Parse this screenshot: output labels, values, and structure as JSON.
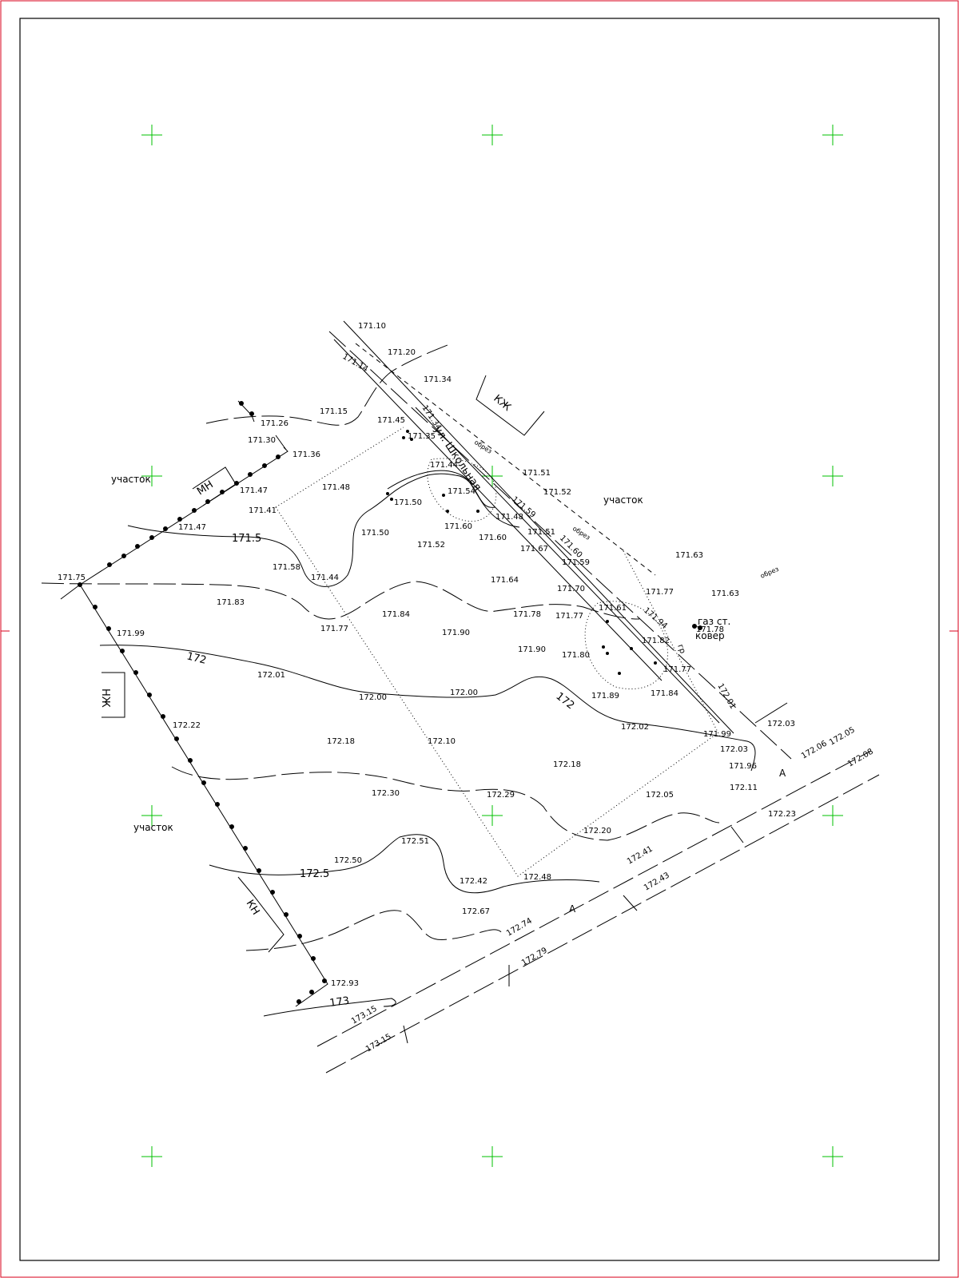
{
  "colors": {
    "frame": "#d9001b",
    "grid_marks": "#00c000",
    "ink": "#000000"
  },
  "labels": {
    "street": "ул. Школьная",
    "parcel_nw": "участок",
    "parcel_ne": "участок",
    "parcel_sw": "участок",
    "mn": "МН",
    "kzh": "КЖ",
    "nzh": "НЖ",
    "kn": "КН",
    "gas": "газ ст.",
    "kover": "ковер",
    "a1": "А",
    "a2": "А",
    "gp": "гр",
    "obrez1": "обрез",
    "obrez2": "обрез",
    "obrez3": "обрез"
  },
  "contours": {
    "c1715": "171.5",
    "c172a": "172",
    "c172b": "172",
    "c1725": "172.5",
    "c173": "173"
  },
  "elevations": {
    "e17110": "171.10",
    "e17120": "171.20",
    "e17114": "171.14",
    "e17134": "171.34",
    "e17115": "171.15",
    "e17126": "171.26",
    "e17130": "171.30",
    "e17136": "171.36",
    "e17145": "171.45",
    "e17135": "171.35",
    "e171341": "171.34",
    "e17144a": "171.44",
    "e17154": "171.54",
    "e17150a": "171.50",
    "e17148a": "171.48",
    "e17147a": "171.47",
    "e17141": "171.41",
    "e17147b": "171.47",
    "e17148b": "171.48",
    "e17160a": "171.60",
    "e17160b": "171.60",
    "e17150b": "171.50",
    "e17152a": "171.52",
    "e17151a": "171.51",
    "e17152b": "171.52",
    "e17159a": "171.59",
    "e171601": "171.60",
    "e17151b": "171.51",
    "e17167": "171.67",
    "e17159b": "171.59",
    "e17158": "171.58",
    "e17144b": "171.44",
    "e17175": "171.75",
    "e17164": "171.64",
    "e17170": "171.70",
    "e17163a": "171.63",
    "e17177a": "171.77",
    "e17163b": "171.63",
    "e17183": "171.83",
    "e17177b": "171.77",
    "e17184a": "171.84",
    "e17178a": "171.78",
    "e17177c": "171.77",
    "e17161": "171.61",
    "e17194": "171.94",
    "e17178b": "171.78",
    "e17190a": "171.90",
    "e17182": "171.82",
    "e17199a": "171.99",
    "e17190b": "171.90",
    "e17180": "171.80",
    "e17177d": "171.77",
    "e17201a": "172.01",
    "e17201b": "172.01",
    "e17200a": "172.00",
    "e17200b": "172.00",
    "e17189": "171.89",
    "e17184b": "171.84",
    "e17203a": "172.03",
    "e17202": "172.02",
    "e17199b": "171.99",
    "e17222": "172.22",
    "e17218a": "172.18",
    "e17210": "172.10",
    "e17206": "172.06",
    "e17205a": "172.05",
    "e17203b": "172.03",
    "e17208": "172.08",
    "e17218b": "172.18",
    "e17196": "171.96",
    "e17211": "172.11",
    "e17230": "172.30",
    "e17229": "172.29",
    "e17205b": "172.05",
    "e17223": "172.23",
    "e17220": "172.20",
    "e17251": "172.51",
    "e17250": "172.50",
    "e17241": "172.41",
    "e17242": "172.42",
    "e17248": "172.48",
    "e17243": "172.43",
    "e17267": "172.67",
    "e17274": "172.74",
    "e17279": "172.79",
    "e17293": "172.93",
    "e17315a": "173.15",
    "e17315b": "173.15"
  }
}
